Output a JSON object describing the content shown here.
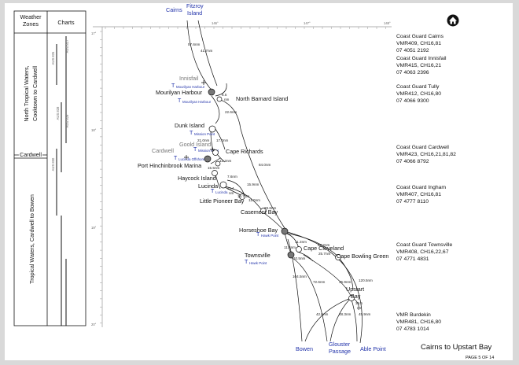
{
  "header": {
    "weather_zones": "Weather\nZones",
    "charts": "Charts"
  },
  "zones": {
    "north": "North Tropical Waters,\nCooktown to Cardwell",
    "divider": "Cardwell",
    "south": "Tropical Waters, Cardwell to Bowen"
  },
  "charts": [
    "AUS 826",
    "AUS 827",
    "AUS 828",
    "AUS 829",
    "AUS 830"
  ],
  "places": {
    "cairns": "Cairns",
    "fitzroy": "Fitzroy\nIsland",
    "innisfail": "Innisfail",
    "mourilyan": "Mourilyan Harbour",
    "north_barnard": "North Barnard Island",
    "dunk": "Dunk Island",
    "goold": "Goold Island",
    "cardwell": "Cardwell",
    "cape_richards": "Cape Richards",
    "hinchinbrook": "Port Hinchinbrook Marina",
    "haycock": "Haycock Island",
    "lucinda": "Lucinda",
    "little_pioneer": "Little Pioneer Bay",
    "casement": "Casement Bay",
    "horseshoe": "Horseshoe Bay",
    "cape_cleveland": "Cape Cleveland",
    "townsville": "Townsville",
    "cape_bowling_green": "Cape Bowling Green",
    "upstart": "Upstart\nBay",
    "bowen": "Bowen",
    "gloucester": "Glouster\nPassage",
    "able_point": "Able Point"
  },
  "coastguard": [
    {
      "name": "Coast Guard Cairns",
      "radio": "VMR409, CH16,81",
      "phone": "07 4051 2192"
    },
    {
      "name": "Coast Guard Innisfail",
      "radio": "VMR415, CH16,21",
      "phone": "07 4063 2396"
    },
    {
      "name": "Coast Guard Tully",
      "radio": "VMR412, CH16,80",
      "phone": "07 4066 9300"
    },
    {
      "name": "Coast Guard Cardwell",
      "radio": "VMR423, CH16,21,81,82",
      "phone": "07 4066 8792"
    },
    {
      "name": "Coast Guard Ingham",
      "radio": "VMR407, CH16,81",
      "phone": "07 4777 8110"
    },
    {
      "name": "Coast Guard Townsville",
      "radio": "VMR408, CH16,22,67",
      "phone": "07 4771 4831"
    },
    {
      "name": "VMR Burdekin",
      "radio": "VMR481, CH16,80",
      "phone": "07 4783 1014"
    }
  ],
  "distances": [
    "57.6nm",
    "41.7nm",
    "6.5\nnm",
    "22.6nm",
    "21.0nm",
    "17.0nm",
    "12.2nm",
    "15.5nm",
    "84.0nm",
    "7.6nm",
    "11.4\nnm",
    "15.9nm",
    "16.7nm",
    "11.0nm",
    "28.6nm",
    "11.3nm",
    "11.8nm",
    "10.5nm",
    "25.7nm",
    "67.2nm",
    "104.5nm",
    "72.6nm",
    "35.9nm",
    "120.5nm",
    "39.5\nnm",
    "42.5nm",
    "48.3nm",
    "45.9nm"
  ],
  "tide_labels": {
    "mourilyan": "Mourilyan Harbour",
    "innisfail_tide": "Mourilyan Harbour",
    "dunk": "Mission Point",
    "hinchinbrook": "Lucinda Offshore",
    "lucinda": "Lucinda",
    "horseshoe": "Hawk Point",
    "townsville": "Hawk Point"
  },
  "footer": {
    "title": "Cairns to Upstart Bay",
    "page": "PAGE 5 OF 14"
  },
  "home_icon": "home-icon",
  "axis": {
    "top_lon": [
      "146°",
      "147°",
      "148°"
    ],
    "lat": [
      "17°",
      "18°",
      "19°",
      "20°"
    ]
  }
}
